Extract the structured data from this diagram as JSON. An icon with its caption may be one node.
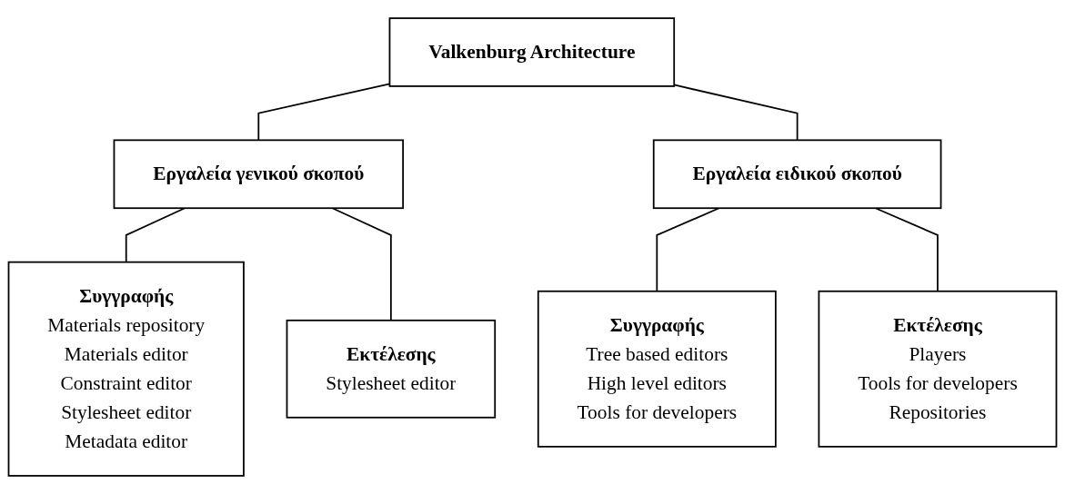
{
  "diagram": {
    "nodes": [
      {
        "text": [
          "Valkenburg Architecture"
        ]
      },
      {
        "text": [
          "Εργαλεία γενικού σκοπού"
        ]
      },
      {
        "text": [
          "Εργαλεία ειδικού σκοπού"
        ]
      },
      {
        "text": [
          "Συγγραφής",
          "Materials repository",
          "Materials editor",
          "Constraint editor",
          "Stylesheet editor",
          "Metadata editor"
        ]
      },
      {
        "text": [
          "Εκτέλεσης",
          "Stylesheet editor"
        ]
      },
      {
        "text": [
          "Συγγραφής",
          "Tree based editors",
          "High level editors",
          "Tools for developers"
        ]
      },
      {
        "text": [
          "Εκτέλεσης",
          "Players",
          "Tools for developers",
          "Repositories"
        ]
      }
    ],
    "edges": [
      {
        "from": 0,
        "to": 1,
        "arrow": "none"
      },
      {
        "from": 0,
        "to": 2,
        "arrow": "none"
      },
      {
        "from": 1,
        "to": 3,
        "arrow": "none"
      },
      {
        "from": 1,
        "to": 4,
        "arrow": "none"
      },
      {
        "from": 2,
        "to": 5,
        "arrow": "none"
      },
      {
        "from": 2,
        "to": 6,
        "arrow": "none"
      }
    ]
  }
}
